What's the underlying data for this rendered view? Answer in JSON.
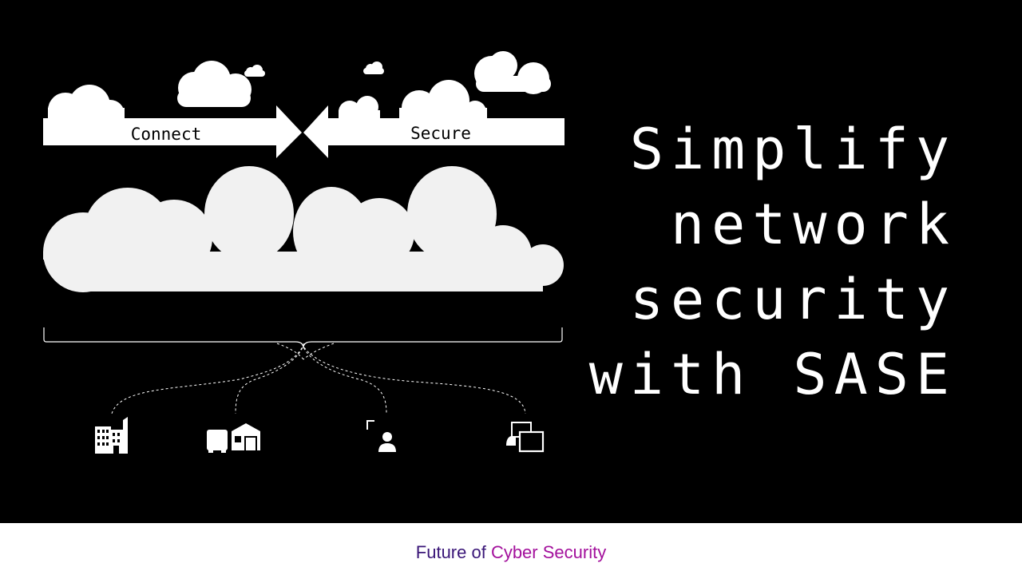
{
  "diagram": {
    "arrow_left_label": "Connect",
    "arrow_right_label": "Secure",
    "endpoints": [
      {
        "icon": "office-building-icon"
      },
      {
        "icon": "branch-home-icon"
      },
      {
        "icon": "remote-user-icon"
      },
      {
        "icon": "devices-icon"
      }
    ]
  },
  "headline": {
    "lines": [
      "Simplify",
      "network",
      "security",
      "with SASE"
    ]
  },
  "footer": {
    "part1": "Future of ",
    "part2": "Cyber Security"
  },
  "colors": {
    "background": "#000000",
    "cloud": "#f1f1f1",
    "footer_primary": "#3a1678",
    "footer_accent": "#a3109c"
  }
}
